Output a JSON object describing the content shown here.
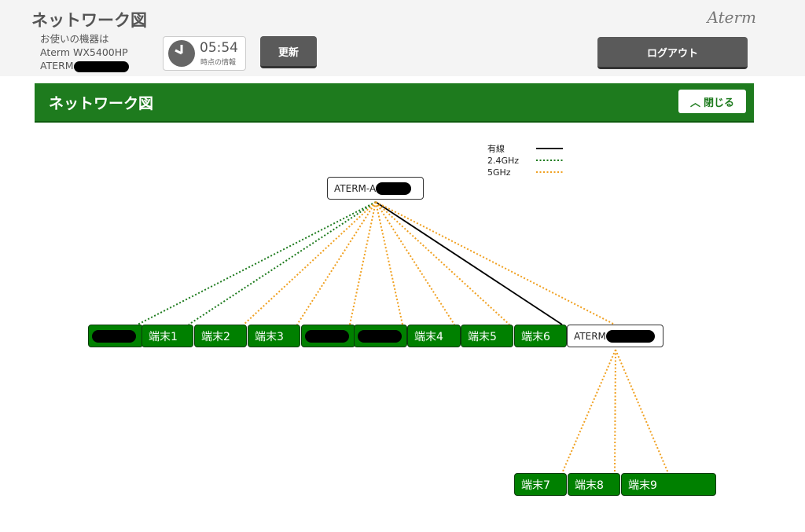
{
  "header": {
    "title": "ネットワーク図",
    "logo": "Aterm",
    "device_label": "お使いの機器は",
    "device_model": "Aterm WX5400HP",
    "device_name_prefix": "ATERM",
    "time": "05:54",
    "time_caption": "時点の情報",
    "refresh": "更新",
    "logout": "ログアウト"
  },
  "panel": {
    "title": "ネットワーク図",
    "close": "閉じる"
  },
  "legend": [
    {
      "label": "有線",
      "color": "#000000"
    },
    {
      "label": "2.4GHz",
      "color": "#1e7b1e"
    },
    {
      "label": "5GHz",
      "color": "#f0a020"
    }
  ],
  "root": {
    "label": "ATERM-A"
  },
  "nodes": [
    {
      "label": ""
    },
    {
      "label": "端末1"
    },
    {
      "label": "端末2"
    },
    {
      "label": "端末3"
    },
    {
      "label": ""
    },
    {
      "label": ""
    },
    {
      "label": "端末4"
    },
    {
      "label": "端末5"
    },
    {
      "label": "端末6"
    },
    {
      "label": "ATERM"
    }
  ],
  "sub_nodes": [
    {
      "label": "端末7"
    },
    {
      "label": "端末8"
    },
    {
      "label": "端末9"
    }
  ]
}
